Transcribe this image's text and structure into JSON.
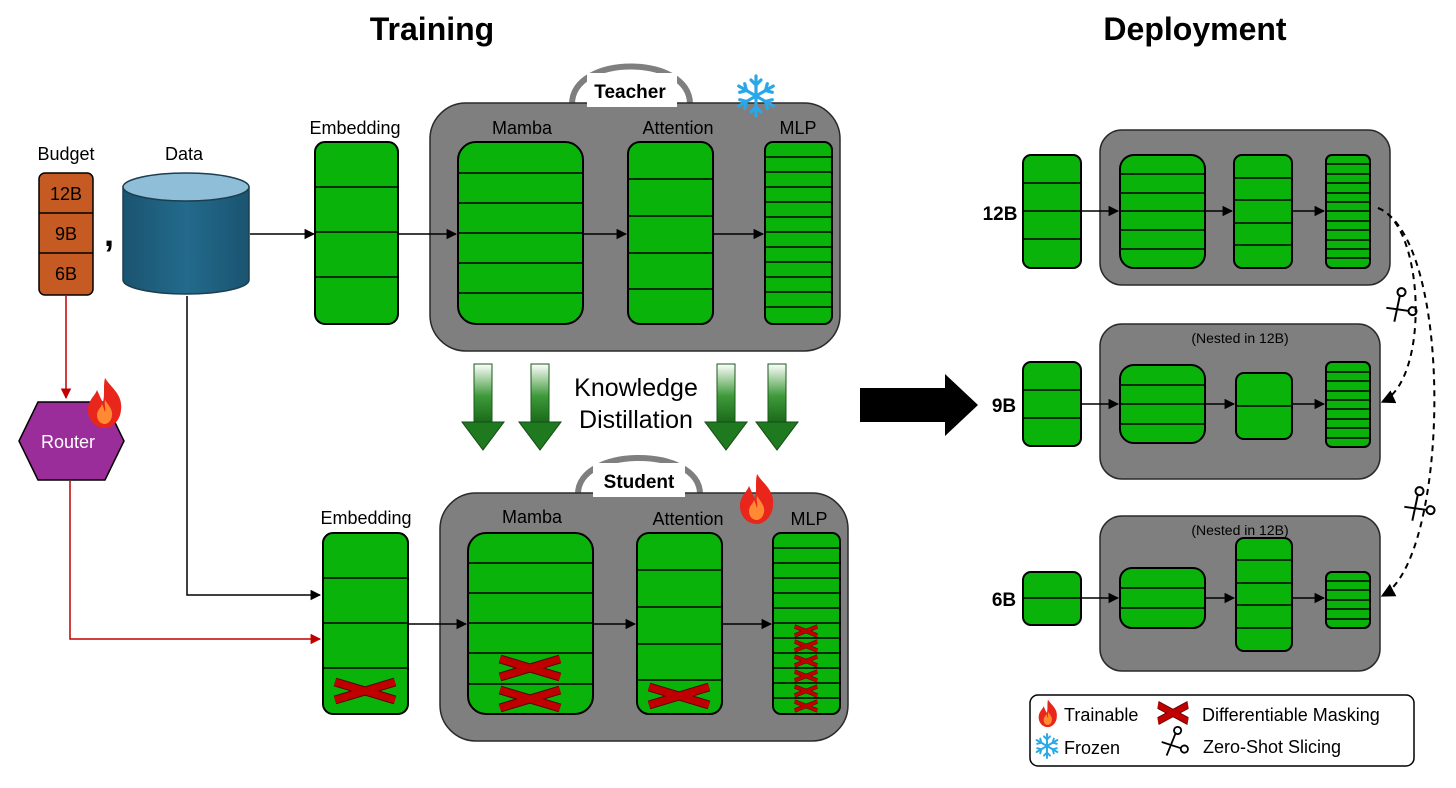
{
  "titles": {
    "training": "Training",
    "deployment": "Deployment"
  },
  "training": {
    "budget_label": "Budget",
    "budget_options": [
      "12B",
      "9B",
      "6B"
    ],
    "data_label": "Data",
    "router_label": "Router",
    "teacher_label": "Teacher",
    "student_label": "Student",
    "embedding_label": "Embedding",
    "mamba_label": "Mamba",
    "attention_label": "Attention",
    "mlp_label": "MLP",
    "kd_line1": "Knowledge",
    "kd_line2": "Distillation"
  },
  "deployment": {
    "models": [
      {
        "label": "12B",
        "note": ""
      },
      {
        "label": "9B",
        "note": "(Nested in 12B)"
      },
      {
        "label": "6B",
        "note": "(Nested in 12B)"
      }
    ]
  },
  "legend": {
    "trainable": "Trainable",
    "frozen": "Frozen",
    "masking": "Differentiable Masking",
    "slicing": "Zero-Shot Slicing"
  },
  "colors": {
    "block_green": "#0ab30a",
    "container_gray": "#7f7f7f",
    "budget_orange": "#c55a22",
    "router_purple": "#9b2d9b",
    "cylinder_blue": "#1f5f7f",
    "mask_red": "#c00000",
    "snowflake_blue": "#2aa7e6",
    "flame_red": "#e8261c"
  },
  "icons": [
    "snowflake-icon",
    "flame-icon",
    "red-x-mask-icon",
    "scissors-icon",
    "big-right-arrow-icon",
    "down-gradient-arrow-icon"
  ]
}
